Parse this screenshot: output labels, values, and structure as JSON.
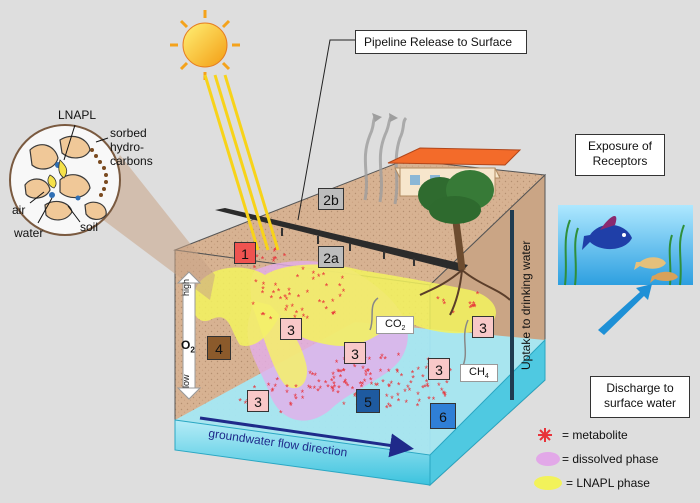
{
  "callouts": {
    "pipeline": "Pipeline  Release to Surface",
    "exposure_line1": "Exposure of",
    "exposure_line2": "Receptors",
    "discharge_line1": "Discharge to",
    "discharge_line2": "surface water"
  },
  "inset_labels": {
    "lnapl": "LNAPL",
    "sorbed1": "sorbed",
    "sorbed2": "hydro-",
    "sorbed3": "carbons",
    "air": "air",
    "water": "water",
    "soil": "soil"
  },
  "zones": {
    "z1": "1",
    "z2a": "2a",
    "z2b": "2b",
    "z3": "3",
    "z4": "4",
    "z5": "5",
    "z6": "6"
  },
  "o2": {
    "label": "O",
    "sub": "2",
    "high": "high",
    "low": "low"
  },
  "gases": {
    "co2": "CO",
    "co2_sub": "2",
    "ch4": "CH",
    "ch4_sub": "4"
  },
  "uptake": "Uptake to drinking water",
  "flow": "groundwater flow direction",
  "legend": {
    "metabolite": "= metabolite",
    "dissolved": "= dissolved phase",
    "lnapl": "= LNAPL phase"
  },
  "colors": {
    "soil": "#d8b496",
    "water": "#9ee3f0",
    "lnapl": "#f2f25a",
    "dissolved": "#e2a8e8",
    "metabolite": "#e8333a",
    "zone1": "#ef5350",
    "zone2": "#bdbdbd",
    "zone3": "#f8c8c8",
    "zone4": "#8b5a2b",
    "zone5": "#1e5aa0",
    "zone6": "#2f7fd6",
    "accent_arrow": "#1e90d6"
  }
}
